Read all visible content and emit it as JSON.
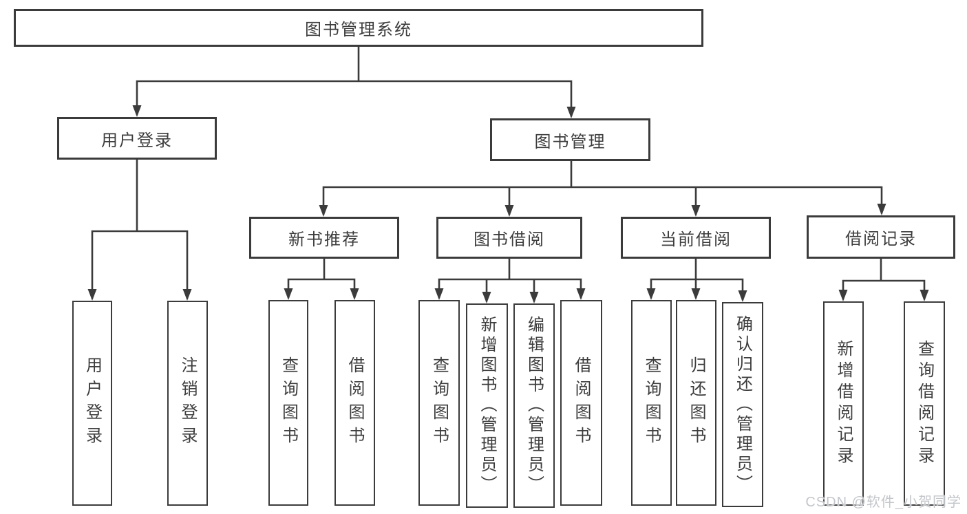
{
  "tree": {
    "root": "图书管理系统",
    "branches": [
      {
        "label": "用户登录",
        "children": [
          {
            "label": "用户登录"
          },
          {
            "label": "注销登录"
          }
        ]
      },
      {
        "label": "图书管理",
        "children": [
          {
            "label": "新书推荐",
            "children": [
              {
                "label": "查询图书"
              },
              {
                "label": "借阅图书"
              }
            ]
          },
          {
            "label": "图书借阅",
            "children": [
              {
                "label": "查询图书"
              },
              {
                "label": "新增图书（管理员）"
              },
              {
                "label": "编辑图书（管理员）"
              },
              {
                "label": "借阅图书"
              }
            ]
          },
          {
            "label": "当前借阅",
            "children": [
              {
                "label": "查询图书"
              },
              {
                "label": "归还图书"
              },
              {
                "label": "确认归还（管理员）"
              }
            ]
          },
          {
            "label": "借阅记录",
            "children": [
              {
                "label": "新增借阅记录"
              },
              {
                "label": "查询借阅记录"
              }
            ]
          }
        ]
      }
    ]
  },
  "watermark": {
    "text": "CSDN @软件_小贺同学"
  },
  "colors": {
    "line": "#3b3b3b",
    "text": "#3d3d3d",
    "watermark": "#c3c6ca",
    "background": "#ffffff"
  }
}
